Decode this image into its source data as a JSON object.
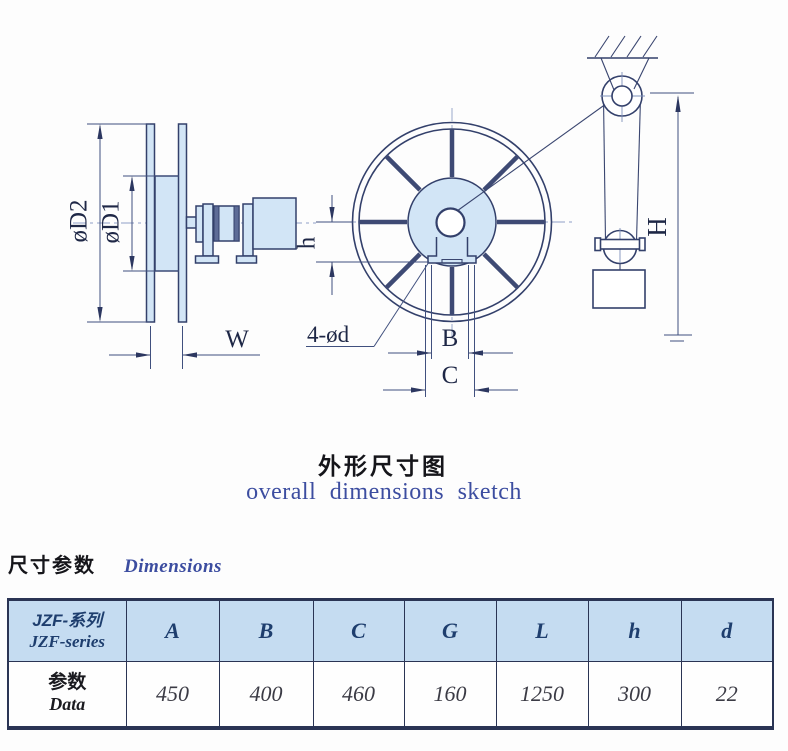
{
  "drawing": {
    "labels": {
      "dia_d2": "øD2",
      "dia_d1": "øD1",
      "w": "W",
      "h_small": "h",
      "four_dia_d": "4-ød",
      "b": "B",
      "c": "C",
      "h_big": "H"
    }
  },
  "title": {
    "zh": "外形尺寸图",
    "en": "overall dimensions sketch"
  },
  "section": {
    "zh": "尺寸参数",
    "en": "Dimensions"
  },
  "table": {
    "series_label_zh": "JZF-系列",
    "series_label_en": "JZF-series",
    "columns": [
      "A",
      "B",
      "C",
      "G",
      "L",
      "h",
      "d"
    ],
    "data_label_zh": "参数",
    "data_label_en": "Data",
    "values": [
      "450",
      "400",
      "460",
      "160",
      "1250",
      "300",
      "22"
    ]
  },
  "colors": {
    "accent_blue": "#3c4da0",
    "line_navy": "#33406b",
    "fill_light_blue": "#d2e5f6",
    "table_header_bg": "#c5dcf1",
    "table_border": "#2a3454"
  }
}
